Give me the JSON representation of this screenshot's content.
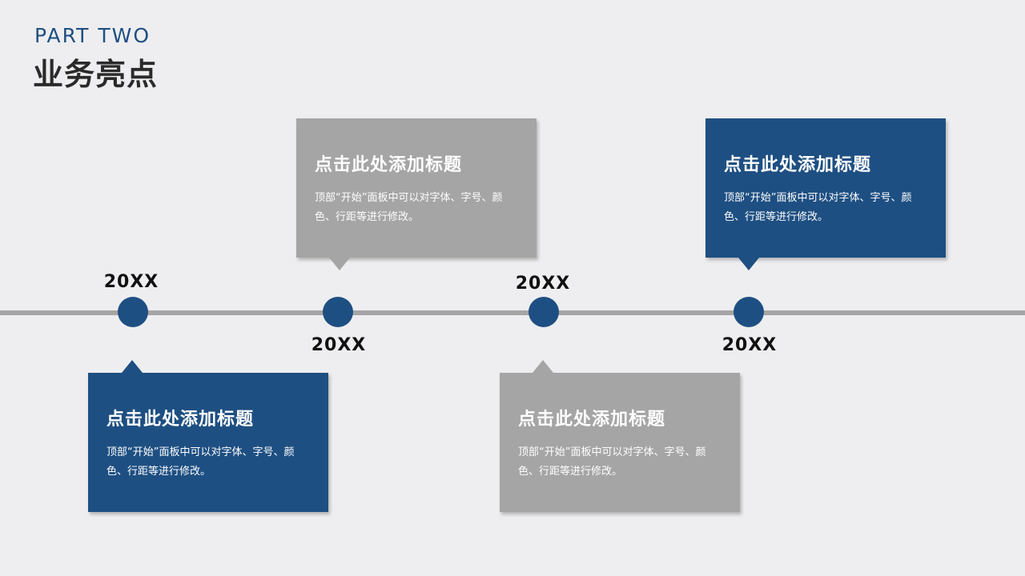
{
  "header": {
    "part_label": "PART TWO",
    "title": "业务亮点"
  },
  "colors": {
    "primary": "#1e4f82",
    "secondary": "#a5a5a5",
    "background": "#eeeef0"
  },
  "timeline": [
    {
      "year": "20XX",
      "card_title": "点击此处添加标题",
      "card_body": "顶部“开始”面板中可以对字体、字号、颜色、行距等进行修改。"
    },
    {
      "year": "20XX",
      "card_title": "点击此处添加标题",
      "card_body": "顶部“开始”面板中可以对字体、字号、颜色、行距等进行修改。"
    },
    {
      "year": "20XX",
      "card_title": "点击此处添加标题",
      "card_body": "顶部“开始”面板中可以对字体、字号、颜色、行距等进行修改。"
    },
    {
      "year": "20XX",
      "card_title": "点击此处添加标题",
      "card_body": "顶部“开始”面板中可以对字体、字号、颜色、行距等进行修改。"
    }
  ]
}
